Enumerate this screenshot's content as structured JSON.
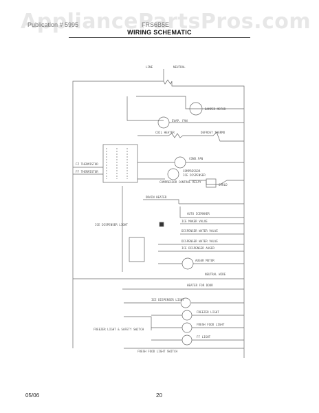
{
  "watermark": "AppliancePartsPros.com",
  "header": {
    "left": "Publication # 5995",
    "right": "FRS6B5E",
    "title": "WIRING SCHEMATIC"
  },
  "footer": {
    "date": "05/06",
    "page": "20"
  },
  "schematic": {
    "top_labels": {
      "line": "LINE",
      "neutral": "NEUTRAL"
    },
    "components": {
      "damper_motor": "DAMPER MOTOR",
      "evap_fan": "EVAP. FAN",
      "coil_heater": "COIL HEATER",
      "defrost_thermo": "DEFROST THERMO",
      "cond_fan": "COND.FAN",
      "compressor": "COMPRESSOR",
      "ice_dispenser": "ICE DISPENSER",
      "compressor_relay": "COMPRESSOR CONTROL RELAY",
      "fz_thermistor": "FZ THERMISTOR",
      "ff_thermistor": "FF THERMISTOR",
      "ovrld": "OVRLD",
      "drain_heater": "DRAIN HEATER",
      "ice_dispenser_light": "ICE DISPENSER LIGHT",
      "auto_icemaker": "AUTO ICEMAKER",
      "ice_maker_valve": "ICE MAKER VALVE",
      "dispenser_water_valve": "DISPENSER WATER VALVE",
      "dispenser_water_valve_2": "DISPENSER WATER VALVE",
      "ice_dispenser_auger": "ICE DISPENSER AUGER",
      "auger_motor": "AUGER MOTOR",
      "neutral_wire": "NEUTRAL WIRE",
      "heater_door": "HEATER FOR DOOR",
      "ice_dispenser_light_2": "ICE DISPENSER LIGHT",
      "freezer_light": "FREEZER LIGHT",
      "fresh_food_light": "FRESH FOOD LIGHT",
      "ff_light": "FF LIGHT",
      "freezer_light_switch": "FREEZER LIGHT & SAFETY SWITCH",
      "fresh_food_light_switch": "FRESH FOOD LIGHT SWITCH"
    }
  }
}
